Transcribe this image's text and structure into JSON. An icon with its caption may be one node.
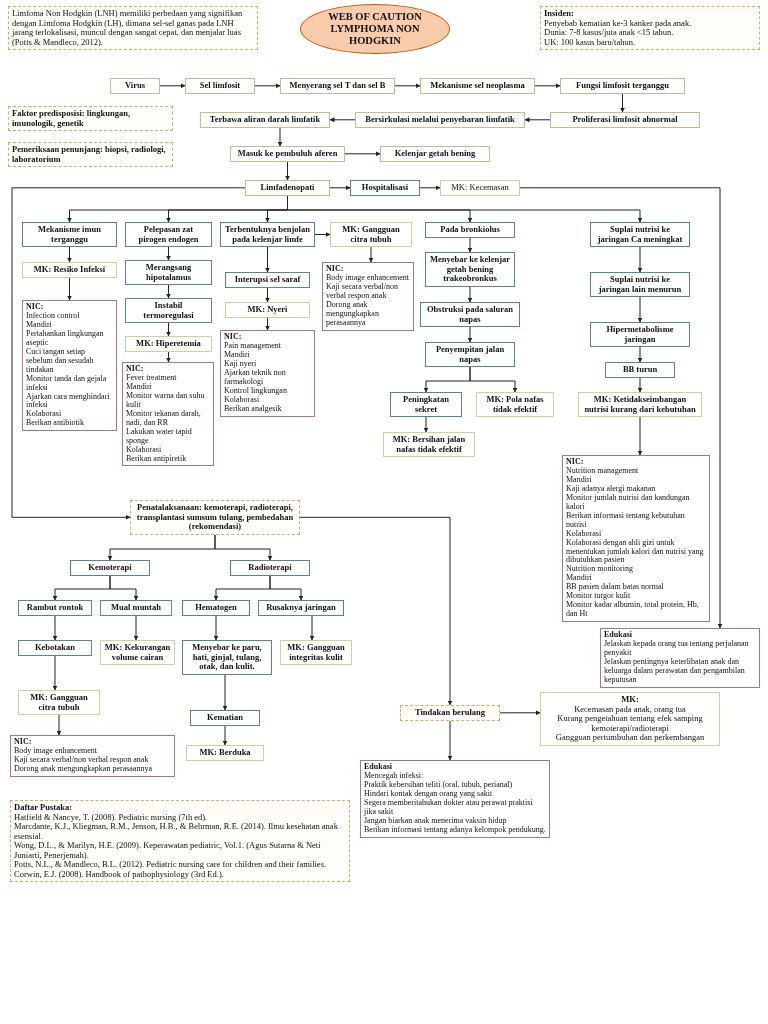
{
  "diagram": {
    "title": "WEB OF CAUTION LYMPHOMA NON HODGKIN",
    "nodes": [
      {
        "text": [
          "Limfoma Non Hodgkin (LNH) memiliki perbedaan yang signifikan dengan Limfoma Hodgkin (LH), dimana sel-sel ganas pada LNH jarang terlokalisasi, muncul dengan sangat cepat, dan menjalar luas (Potts & Mandleco, 2012)."
        ]
      },
      {
        "text": [
          "Insiden:",
          "Penyebab kematian ke-3 kanker pada anak.",
          "Dunia: 7-8 kasus/juta anak <15 tahun.",
          "UK: 100 kasus baru/tahun."
        ]
      },
      {
        "text": [
          "Virus"
        ]
      },
      {
        "text": [
          "Sel limfosit"
        ]
      },
      {
        "text": [
          "Menyerang sel T dan sel B"
        ]
      },
      {
        "text": [
          "Mekanisme sel neoplasma"
        ]
      },
      {
        "text": [
          "Fungsi limfosit terganggu"
        ]
      },
      {
        "text": [
          "Proliferasi limfosit abnormal"
        ]
      },
      {
        "text": [
          "Bersirkulasi melalui penyebaran limfatik"
        ]
      },
      {
        "text": [
          "Terbawa aliran darah limfatik"
        ]
      },
      {
        "text": [
          "Faktor predisposisi: lingkungan, imunologik, genetik"
        ]
      },
      {
        "text": [
          "Pemeriksaan penunjang: biopsi, radiologi, laboratorium"
        ]
      },
      {
        "text": [
          "Masuk ke pembuluh aferen"
        ]
      },
      {
        "text": [
          "Kelenjar getah bening"
        ]
      },
      {
        "text": [
          "Limfadenopati"
        ]
      },
      {
        "text": [
          "Hospitalisasi"
        ]
      },
      {
        "text": [
          "MK: Kecemasan"
        ]
      },
      {
        "text": [
          "Mekanisme imun terganggu"
        ]
      },
      {
        "text": [
          "MK: Resiko Infeksi"
        ]
      },
      {
        "text": [
          "NIC:",
          "Infection control",
          "Mandiri",
          "Pertahankan lingkungan aseptic",
          "Cuci tangan setiap sebelum dan sesudah tindakan",
          "Monitor tanda dan gejala infeksi",
          "Ajarkan cara menghindari infeksi",
          "Kolaborasi",
          "Berikan antibiotik"
        ]
      },
      {
        "text": [
          "Pelepasan zat pirogen endogen"
        ]
      },
      {
        "text": [
          "Merangsang hipotalamus"
        ]
      },
      {
        "text": [
          "Instabil termoregulasi"
        ]
      },
      {
        "text": [
          "MK: Hiperetemia"
        ]
      },
      {
        "text": [
          "NIC:",
          "Fever treatment",
          "Mandiri",
          "Monitor warna dan suhu kulit",
          "Monitor tekanan darah, nadi, dan RR",
          "Lakukan water tapid sponge",
          "Kolaborasi",
          "Berikan antipiretik"
        ]
      },
      {
        "text": [
          "Terbentuknya benjolan pada kelenjar limfe"
        ]
      },
      {
        "text": [
          "Interupsi sel saraf"
        ]
      },
      {
        "text": [
          "MK: Nyeri"
        ]
      },
      {
        "text": [
          "NIC:",
          "Pain management",
          "Mandiri",
          "Kaji nyeri",
          "Ajarkan teknik non farmakologi",
          "Kontrol lingkungan",
          "Kolaborasi",
          "Berikan analgesik"
        ]
      },
      {
        "text": [
          "MK: Gangguan citra tubuh"
        ]
      },
      {
        "text": [
          "NIC:",
          "Body image enhancement",
          "Kaji secara verbal/non verbal respon anak",
          "Dorong anak mengungkapkan perasaannya"
        ]
      },
      {
        "text": [
          "Pada bronkiolus"
        ]
      },
      {
        "text": [
          "Menyebar ke kelenjar getah bening trakeobronkus"
        ]
      },
      {
        "text": [
          "Obstruksi pada saluran napas"
        ]
      },
      {
        "text": [
          "Penyempitan jalan napas"
        ]
      },
      {
        "text": [
          "Peningkatan sekret"
        ]
      },
      {
        "text": [
          "MK: Pola nafas tidak efektif"
        ]
      },
      {
        "text": [
          "MK: Bersihan jalan nafas tidak efektif"
        ]
      },
      {
        "text": [
          "Suplai nutrisi ke jaringan Ca meningkat"
        ]
      },
      {
        "text": [
          "Suplai nutrisi ke jaringan lain menurun"
        ]
      },
      {
        "text": [
          "Hipermetabolisme jaringan"
        ]
      },
      {
        "text": [
          "BB turun"
        ]
      },
      {
        "text": [
          "MK: Ketidakseimbangan nutrisi kurang dari kebutuhan"
        ]
      },
      {
        "text": [
          "NIC:",
          "Nutrition management",
          "Mandiri",
          "Kaji adanya alergi makanan",
          "Monitor jumlah nutrisi dan kandungan kalori",
          "Berikan informasi tentang kebutuhan nutrisi",
          "Kolaborasi",
          "Kolaborasi dengan ahli gizi untuk menentukan jumlah kalori dan nutrisi yang dibutuhkan pasien",
          "Nutrition monitoring",
          "Mandiri",
          "BB pasien dalam batas normal",
          "Monitor turgor kulit",
          "Monitor kadar albumin, total protein, Hb, dan Ht"
        ]
      },
      {
        "text": [
          "Penatalaksanaan: kemoterapi, radioterapi, transplantasi sumsum tulang, pembedahan (rekomendasi)"
        ]
      },
      {
        "text": [
          "Kemoterapi"
        ]
      },
      {
        "text": [
          "Radioterapi"
        ]
      },
      {
        "text": [
          "Rambut rontok"
        ]
      },
      {
        "text": [
          "Mual muntah"
        ]
      },
      {
        "text": [
          "Hematogen"
        ]
      },
      {
        "text": [
          "Rusaknya jaringan"
        ]
      },
      {
        "text": [
          "Kebotakan"
        ]
      },
      {
        "text": [
          "MK: Kekurangan volume cairan"
        ]
      },
      {
        "text": [
          "Menyebar ke paru, hati, ginjal, tulang, otak, dan kulit."
        ]
      },
      {
        "text": [
          "MK: Gangguan integritas kulit"
        ]
      },
      {
        "text": [
          "MK: Gangguan citra tubuh"
        ]
      },
      {
        "text": [
          "NIC:",
          "Body image enhancement",
          "Kaji secara verbal/non verbal respon anak",
          "Dorong anak mengungkapkan perasaannya"
        ]
      },
      {
        "text": [
          "Kematian"
        ]
      },
      {
        "text": [
          "MK: Berduka"
        ]
      },
      {
        "text": [
          "Tindakan berulang"
        ]
      },
      {
        "text": [
          "MK:",
          "Kecemasan pada anak, orang tua",
          "Kurang pengetahuan tentang efek samping kemoterapi/radioterapi",
          "Gangguan pertumbuhan dan perkembangan"
        ]
      },
      {
        "text": [
          "Edukasi",
          "Mencegah infeksi:",
          "Praktik kebersihan teliti (oral, tubuh, perianal)",
          "Hindari kontak dengan orang yang sakit",
          "Segera memberitahukan dokter atau perawat praktisi jika sakit",
          "Jangan biarkan anak menerima vaksin hidup",
          "Berikan informasi tentang adanya kelompok pendukung."
        ]
      },
      {
        "text": [
          "Edukasi",
          "Jelaskan kepada orang tua tentang perjalanan penyakit",
          "Jelaskan pentingnya keterlibatan anak dan keluarga dalam perawatan dan pengambilan keputusan"
        ]
      },
      {
        "text": [
          "Daftar Pustaka:",
          "Hatfield & Nancye, T. (2008). Pediatric nursing (7th ed).",
          "Marcdante, K.J., Kliegman, R.M., Jenson, H.B., & Behrman, R.E. (2014). Ilmu kesehatan anak esensial.",
          "Wong, D.L., & Marilyn, H.E. (2009). Keperawatan pediatric, Vol.1. (Agus Sutarna & Neti Juniarti, Penerjemah).",
          "Potts, N.L., & Mandleco, B.L. (2012). Pediatric nursing care for children and their families.",
          "Corwin, E.J. (2008). Handbook of pathophysiology (3rd Ed.)."
        ]
      }
    ],
    "edges": [
      {
        "from": 2,
        "to": 3,
        "arrow": "to"
      },
      {
        "from": 3,
        "to": 4,
        "arrow": "to"
      },
      {
        "from": 4,
        "to": 5,
        "arrow": "to"
      },
      {
        "from": 5,
        "to": 6,
        "arrow": "to"
      },
      {
        "from": 6,
        "to": 7,
        "arrow": "to"
      },
      {
        "from": 7,
        "to": 8,
        "arrow": "to"
      },
      {
        "from": 8,
        "to": 9,
        "arrow": "to"
      },
      {
        "from": 9,
        "to": 12,
        "arrow": "to"
      },
      {
        "from": 12,
        "to": 13,
        "arrow": "to"
      },
      {
        "from": 12,
        "to": 14,
        "arrow": "to"
      },
      {
        "from": 14,
        "to": 15,
        "arrow": "to"
      },
      {
        "from": 15,
        "to": 16,
        "arrow": "to"
      },
      {
        "from": 14,
        "to": 17,
        "arrow": "to"
      },
      {
        "from": 14,
        "to": 20,
        "arrow": "to"
      },
      {
        "from": 14,
        "to": 25,
        "arrow": "to"
      },
      {
        "from": 14,
        "to": 31,
        "arrow": "to"
      },
      {
        "from": 14,
        "to": 38,
        "arrow": "to"
      },
      {
        "from": 17,
        "to": 18,
        "arrow": "to"
      },
      {
        "from": 18,
        "to": 19,
        "arrow": "to"
      },
      {
        "from": 20,
        "to": 21,
        "arrow": "to"
      },
      {
        "from": 21,
        "to": 22,
        "arrow": "to"
      },
      {
        "from": 22,
        "to": 23,
        "arrow": "to"
      },
      {
        "from": 23,
        "to": 24,
        "arrow": "to"
      },
      {
        "from": 25,
        "to": 26,
        "arrow": "to"
      },
      {
        "from": 26,
        "to": 27,
        "arrow": "to"
      },
      {
        "from": 27,
        "to": 28,
        "arrow": "to"
      },
      {
        "from": 25,
        "to": 29,
        "arrow": "to"
      },
      {
        "from": 29,
        "to": 30,
        "arrow": "to"
      },
      {
        "from": 31,
        "to": 32,
        "arrow": "to"
      },
      {
        "from": 32,
        "to": 33,
        "arrow": "to"
      },
      {
        "from": 33,
        "to": 34,
        "arrow": "to"
      },
      {
        "from": 34,
        "to": 35,
        "arrow": "to"
      },
      {
        "from": 34,
        "to": 36,
        "arrow": "to"
      },
      {
        "from": 35,
        "to": 37,
        "arrow": "to"
      },
      {
        "from": 38,
        "to": 39,
        "arrow": "to"
      },
      {
        "from": 39,
        "to": 40,
        "arrow": "to"
      },
      {
        "from": 40,
        "to": 41,
        "arrow": "to"
      },
      {
        "from": 41,
        "to": 42,
        "arrow": "to"
      },
      {
        "from": 42,
        "to": 43,
        "arrow": "to"
      },
      {
        "from": 14,
        "to": 44,
        "arrow": "to"
      },
      {
        "from": 44,
        "to": 45,
        "arrow": "to"
      },
      {
        "from": 44,
        "to": 46,
        "arrow": "to"
      },
      {
        "from": 45,
        "to": 47,
        "arrow": "to"
      },
      {
        "from": 45,
        "to": 48,
        "arrow": "to"
      },
      {
        "from": 46,
        "to": 49,
        "arrow": "to"
      },
      {
        "from": 46,
        "to": 50,
        "arrow": "to"
      },
      {
        "from": 47,
        "to": 51,
        "arrow": "to"
      },
      {
        "from": 48,
        "to": 52,
        "arrow": "to"
      },
      {
        "from": 49,
        "to": 53,
        "arrow": "to"
      },
      {
        "from": 50,
        "to": 54,
        "arrow": "to"
      },
      {
        "from": 51,
        "to": 55,
        "arrow": "to"
      },
      {
        "from": 55,
        "to": 56,
        "arrow": "to"
      },
      {
        "from": 53,
        "to": 57,
        "arrow": "to"
      },
      {
        "from": 57,
        "to": 58,
        "arrow": "to"
      },
      {
        "from": 44,
        "to": 59,
        "arrow": "to"
      },
      {
        "from": 59,
        "to": 60,
        "arrow": "to"
      },
      {
        "from": 59,
        "to": 61,
        "arrow": "to"
      },
      {
        "from": 16,
        "to": 62,
        "arrow": "to"
      }
    ]
  }
}
